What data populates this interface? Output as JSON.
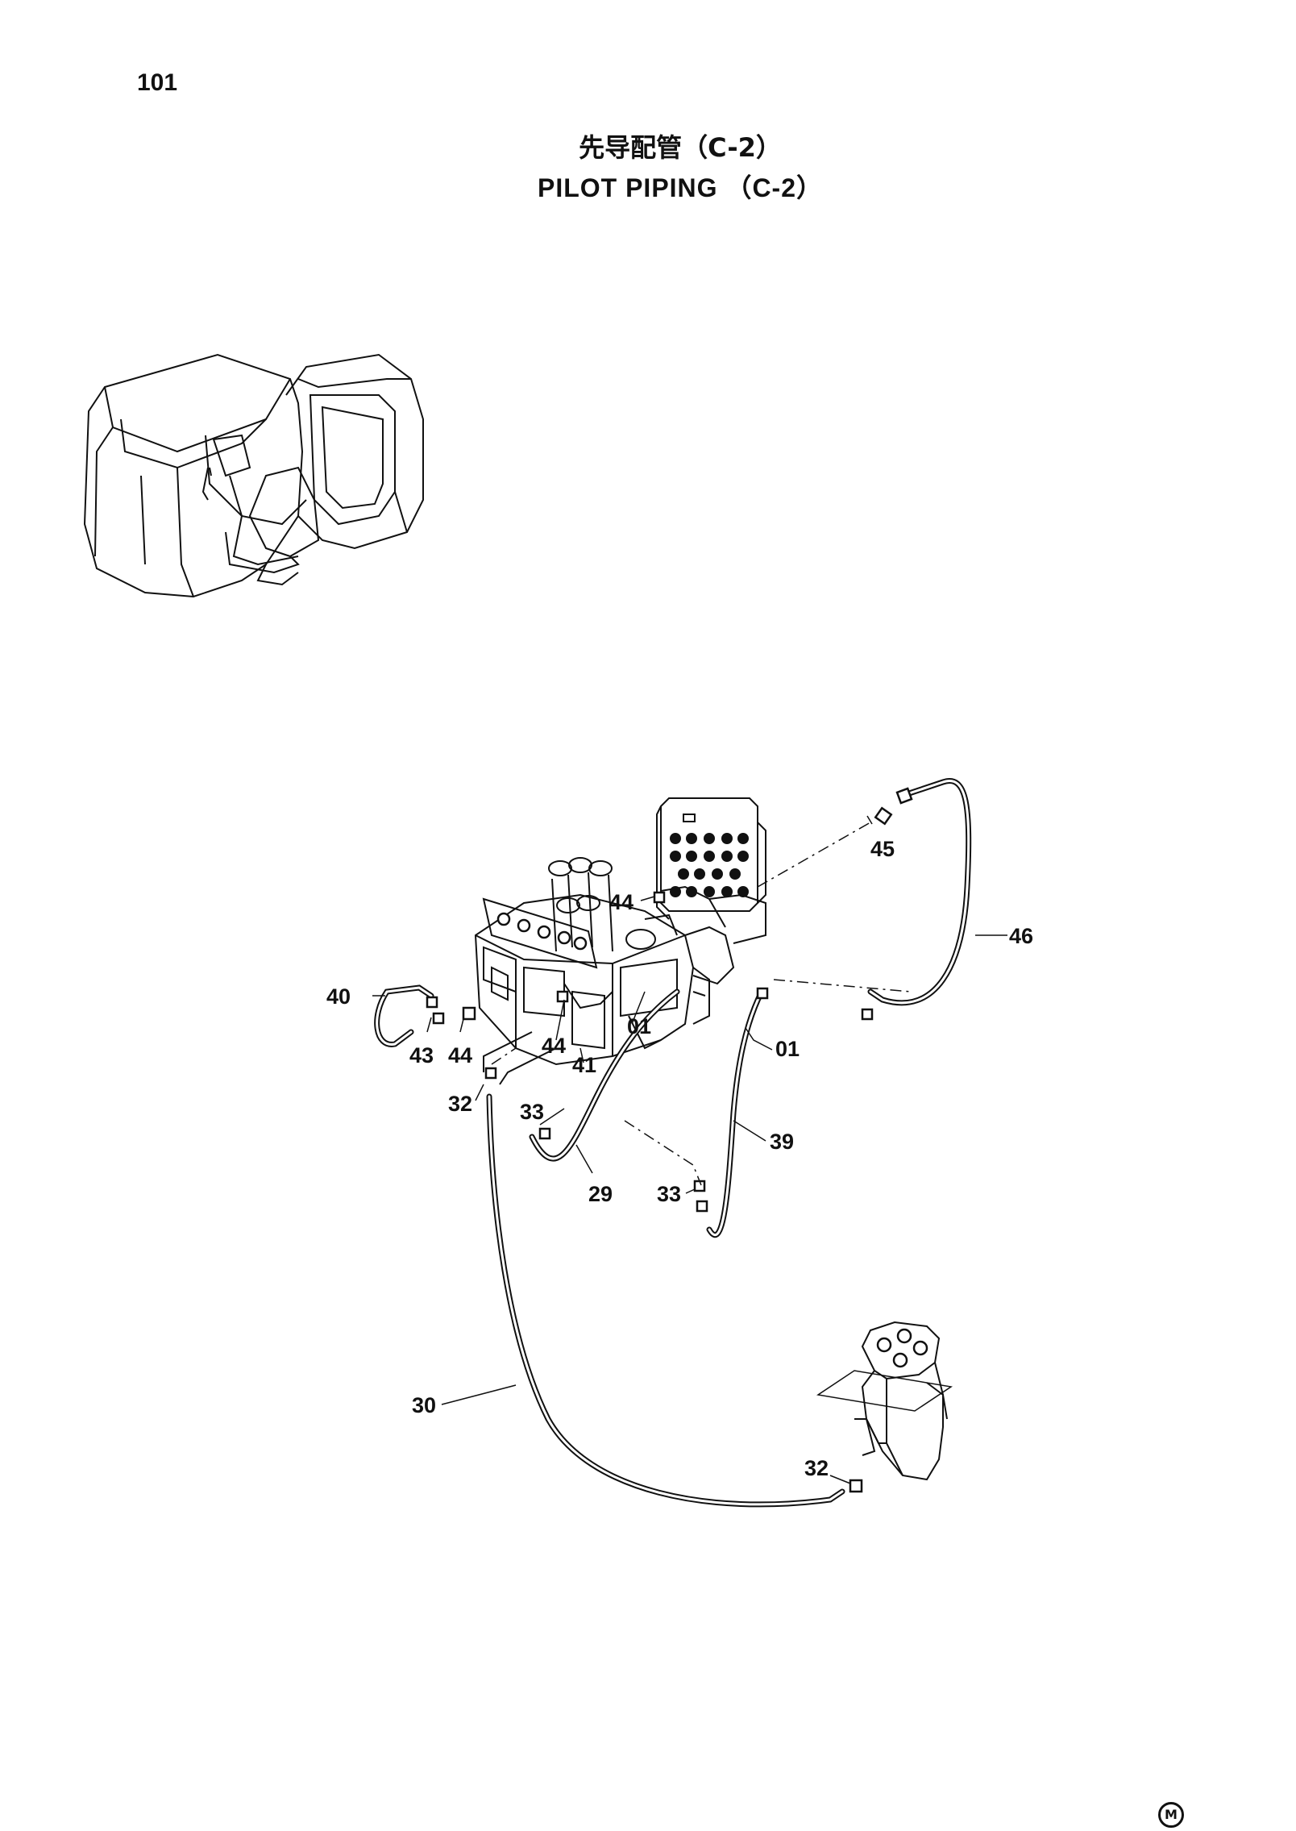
{
  "page": {
    "number": "101",
    "title_cn": "先导配管（C-2）",
    "title_en": "PILOT PIPING （C-2）",
    "mark": "M"
  },
  "callouts": [
    "45",
    "46",
    "44",
    "40",
    "01",
    "43",
    "44",
    "44",
    "41",
    "01",
    "32",
    "33",
    "39",
    "29",
    "33",
    "30",
    "32"
  ]
}
